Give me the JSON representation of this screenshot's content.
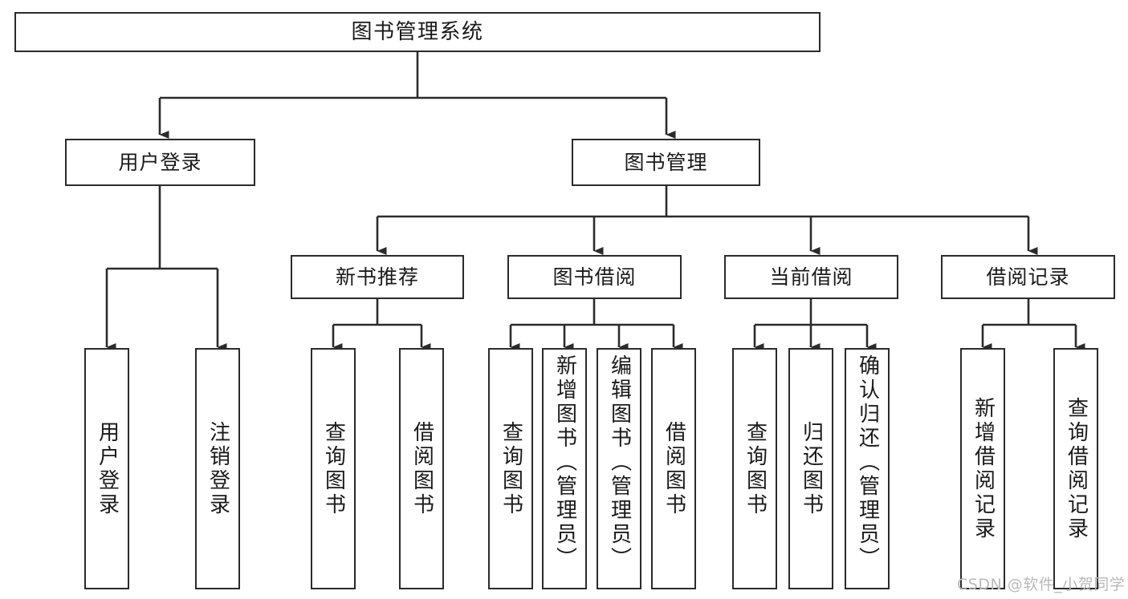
{
  "diagram": {
    "type": "tree-hierarchy-chart",
    "title": "图书管理系统",
    "stroke_color": "#2b2b2b",
    "background_color": "#ffffff",
    "levels": 4
  },
  "root": {
    "label": "图书管理系统"
  },
  "level2": [
    {
      "label": "用户登录"
    },
    {
      "label": "图书管理"
    }
  ],
  "level3": [
    {
      "label": "新书推荐"
    },
    {
      "label": "图书借阅"
    },
    {
      "label": "当前借阅"
    },
    {
      "label": "借阅记录"
    }
  ],
  "leaves": {
    "user_login": [
      {
        "label": "用户登录"
      },
      {
        "label": "注销登录"
      }
    ],
    "new_book_recommend": [
      {
        "label": "查询图书"
      },
      {
        "label": "借阅图书"
      }
    ],
    "book_borrow": [
      {
        "label": "查询图书"
      },
      {
        "label": "新增图书（管理员）"
      },
      {
        "label": "编辑图书（管理员）"
      },
      {
        "label": "借阅图书"
      }
    ],
    "current_borrow": [
      {
        "label": "查询图书"
      },
      {
        "label": "归还图书"
      },
      {
        "label": "确认归还（管理员）"
      }
    ],
    "borrow_record": [
      {
        "label": "新增借阅记录"
      },
      {
        "label": "查询借阅记录"
      }
    ]
  },
  "watermark": {
    "text": "CSDN @软件_小贺同学"
  }
}
